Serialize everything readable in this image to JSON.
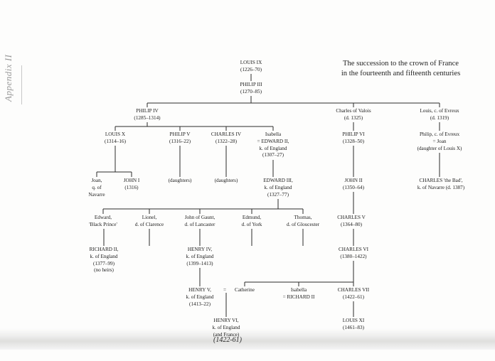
{
  "header": {
    "title_lines": [
      "The succession to the crown of France",
      "in the fourteenth and fifteenth centuries"
    ],
    "margin_note": "Appendix II",
    "handwritten_note": "(1422-61)"
  },
  "people": [
    {
      "id": "louis9",
      "lines": [
        "LOUIS IX",
        "(1226–70)"
      ]
    },
    {
      "id": "philip3",
      "lines": [
        "PHILIP III",
        "(1270–85)"
      ]
    },
    {
      "id": "philip4",
      "lines": [
        "PHILIP IV",
        "(1285–1314)"
      ]
    },
    {
      "id": "charles_valois",
      "lines": [
        "Charles of Valois",
        "(d. 1325)"
      ]
    },
    {
      "id": "louis_evreux",
      "lines": [
        "Louis, c. of Evreux",
        "(d. 1319)"
      ]
    },
    {
      "id": "louis10",
      "lines": [
        "LOUIS X",
        "(1314–16)"
      ]
    },
    {
      "id": "philip5",
      "lines": [
        "PHILIP V",
        "(1316–22)"
      ]
    },
    {
      "id": "charles4",
      "lines": [
        "CHARLES IV",
        "(1322–28)"
      ]
    },
    {
      "id": "isabella",
      "lines": [
        "Isabella",
        "= EDWARD II,",
        "k. of England",
        "(1307–27)"
      ]
    },
    {
      "id": "philip6",
      "lines": [
        "PHILIP VI",
        "(1328–50)"
      ]
    },
    {
      "id": "philip_evreux",
      "lines": [
        "Philip, c. of Evreux",
        "= Joan",
        "(daughter of Louis X)"
      ]
    },
    {
      "id": "joan",
      "lines": [
        "Joan,",
        "q. of",
        "Navarre"
      ]
    },
    {
      "id": "john1",
      "lines": [
        "JOHN I",
        "(1316)"
      ]
    },
    {
      "id": "daughters5",
      "lines": [
        "(daughters)"
      ]
    },
    {
      "id": "daughters4",
      "lines": [
        "(daughters)"
      ]
    },
    {
      "id": "edward3",
      "lines": [
        "EDWARD III,",
        "k. of England",
        "(1327–77)"
      ]
    },
    {
      "id": "john2",
      "lines": [
        "JOHN II",
        "(1350–64)"
      ]
    },
    {
      "id": "charles_bad",
      "lines": [
        "CHARLES 'the Bad',",
        "k. of Navarre (d. 1387)"
      ]
    },
    {
      "id": "edward_bp",
      "lines": [
        "Edward,",
        "'Black Prince'"
      ]
    },
    {
      "id": "lionel",
      "lines": [
        "Lionel,",
        "d. of Clarence"
      ]
    },
    {
      "id": "john_gaunt",
      "lines": [
        "John of Gaunt,",
        "d. of Lancaster"
      ]
    },
    {
      "id": "edmund",
      "lines": [
        "Edmund,",
        "d. of York"
      ]
    },
    {
      "id": "thomas",
      "lines": [
        "Thomas,",
        "d. of Gloucester"
      ]
    },
    {
      "id": "charles5",
      "lines": [
        "CHARLES V",
        "(1364–80)"
      ]
    },
    {
      "id": "richard2",
      "lines": [
        "RICHARD II,",
        "k. of England",
        "(1377–99)",
        "(no heirs)"
      ]
    },
    {
      "id": "henry4",
      "lines": [
        "HENRY IV,",
        "k. of England",
        "(1399–1413)"
      ]
    },
    {
      "id": "charles6",
      "lines": [
        "CHARLES VI",
        "(1380–1422)"
      ]
    },
    {
      "id": "henry5",
      "lines": [
        "HENRY V,",
        "k. of England",
        "(1413–22)"
      ]
    },
    {
      "id": "marriage_eq",
      "lines": [
        "="
      ]
    },
    {
      "id": "catherine",
      "lines": [
        "Catherine"
      ]
    },
    {
      "id": "isabella2",
      "lines": [
        "Isabella",
        "= RICHARD II"
      ]
    },
    {
      "id": "charles7",
      "lines": [
        "CHARLES VII",
        "(1422–61)"
      ]
    },
    {
      "id": "henry6",
      "lines": [
        "HENRY VI,",
        "k. of England",
        "(and France)"
      ]
    },
    {
      "id": "louis11",
      "lines": [
        "LOUIS XI",
        "(1461–83)"
      ]
    }
  ]
}
